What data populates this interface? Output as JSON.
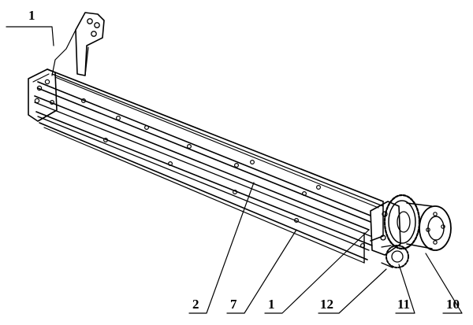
{
  "callouts": [
    {
      "id": "c-top-1",
      "label": "1"
    },
    {
      "id": "c-2",
      "label": "2"
    },
    {
      "id": "c-7",
      "label": "7"
    },
    {
      "id": "c-bottom-1",
      "label": "1"
    },
    {
      "id": "c-12",
      "label": "12"
    },
    {
      "id": "c-11",
      "label": "11"
    },
    {
      "id": "c-10",
      "label": "10"
    }
  ]
}
